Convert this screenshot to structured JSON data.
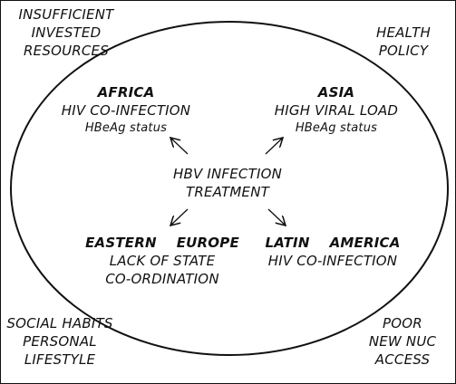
{
  "corners": {
    "top_left": [
      "INSUFFICIENT",
      "INVESTED",
      "RESOURCES"
    ],
    "top_right": [
      "HEALTH",
      "POLICY"
    ],
    "bottom_left": [
      "SOCIAL HABITS",
      "PERSONAL",
      "LIFESTYLE"
    ],
    "bottom_right": [
      "POOR",
      "NEW NUC",
      "ACCESS"
    ]
  },
  "center": [
    "HBV INFECTION",
    "TREATMENT"
  ],
  "regions": {
    "africa": {
      "title": "AFRICA",
      "lines": [
        "HIV CO-INFECTION",
        "HBeAg status"
      ]
    },
    "asia": {
      "title": "ASIA",
      "lines": [
        "HIGH VIRAL LOAD",
        "HBeAg status"
      ]
    },
    "eastern_europe": {
      "title_a": "EASTERN",
      "title_b": "EUROPE",
      "lines": [
        "LACK OF STATE",
        "CO-ORDINATION"
      ]
    },
    "latin_america": {
      "title_a": "LATIN",
      "title_b": "AMERICA",
      "lines": [
        "HIV CO-INFECTION"
      ]
    }
  },
  "colors": {
    "ink": "#111111",
    "background": "#ffffff"
  }
}
